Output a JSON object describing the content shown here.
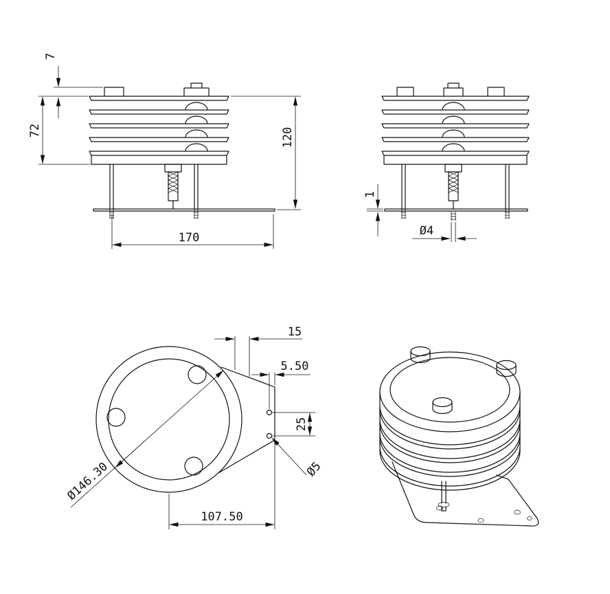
{
  "page": {
    "background": "#ffffff",
    "ink": "#111111"
  },
  "views": {
    "front": {
      "dims": {
        "cap_height": "7",
        "shield_height": "72",
        "overall_height": "120",
        "base_width": "170"
      }
    },
    "side": {
      "dims": {
        "base_thickness": "1",
        "bolt_dia": "Ø4"
      }
    },
    "plan": {
      "dims": {
        "tab_width": "15",
        "hole_offset": "5.50",
        "hole_spacing": "25",
        "tab_hole_dia": "Ø5",
        "outer_dia": "Ø146.30",
        "mount_span": "107.50"
      }
    }
  }
}
